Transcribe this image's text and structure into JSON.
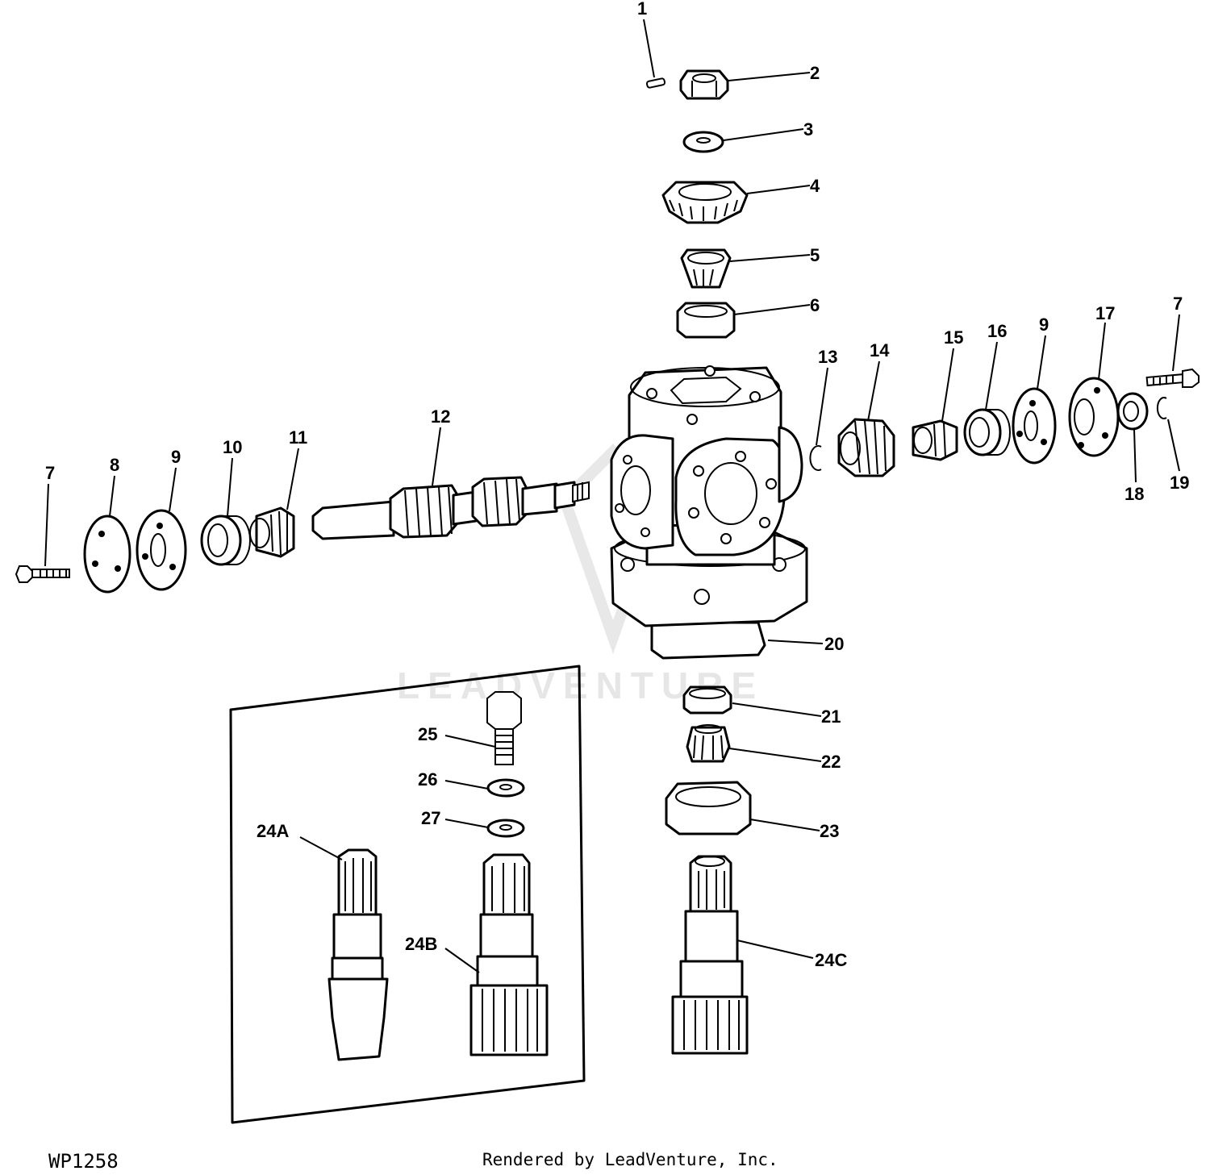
{
  "watermark": "LEADVENTURE",
  "figure_code": "WP1258",
  "credit": "Rendered by LeadVenture, Inc.",
  "callouts": {
    "c1": "1",
    "c2": "2",
    "c3": "3",
    "c4": "4",
    "c5": "5",
    "c6": "6",
    "c7_left": "7",
    "c7_right": "7",
    "c8": "8",
    "c9_left": "9",
    "c9_right": "9",
    "c10": "10",
    "c11": "11",
    "c12": "12",
    "c13": "13",
    "c14": "14",
    "c15": "15",
    "c16": "16",
    "c17": "17",
    "c18": "18",
    "c19": "19",
    "c20": "20",
    "c21": "21",
    "c22": "22",
    "c23": "23",
    "c24a": "24A",
    "c24b": "24B",
    "c24c": "24C",
    "c25": "25",
    "c26": "26",
    "c27": "27"
  }
}
